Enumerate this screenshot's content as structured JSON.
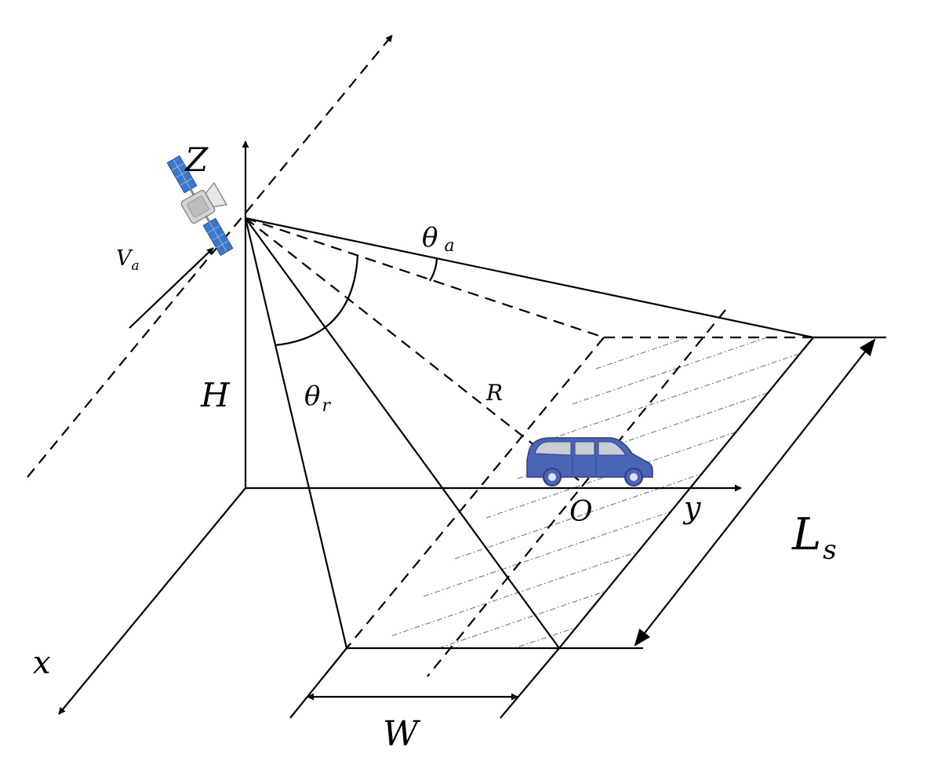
{
  "labels": {
    "z_axis": "Z",
    "velocity_main": "V",
    "velocity_sub": "a",
    "theta_a_main": "θ",
    "theta_a_sub": "a",
    "theta_r_main": "θ",
    "theta_r_sub": "r",
    "height": "H",
    "slant_range": "R",
    "origin": "O",
    "y_axis": "y",
    "x_axis": "x",
    "synthetic_aperture_main": "L",
    "synthetic_aperture_sub": "s",
    "swath_width": "W"
  },
  "icons": {
    "satellite": "satellite-icon",
    "vehicle": "van-icon"
  },
  "colors": {
    "line": "#000000",
    "satellite_panel": "#3b78c8",
    "vehicle_body": "#4a64b8",
    "vehicle_window": "#c9cdd6"
  }
}
